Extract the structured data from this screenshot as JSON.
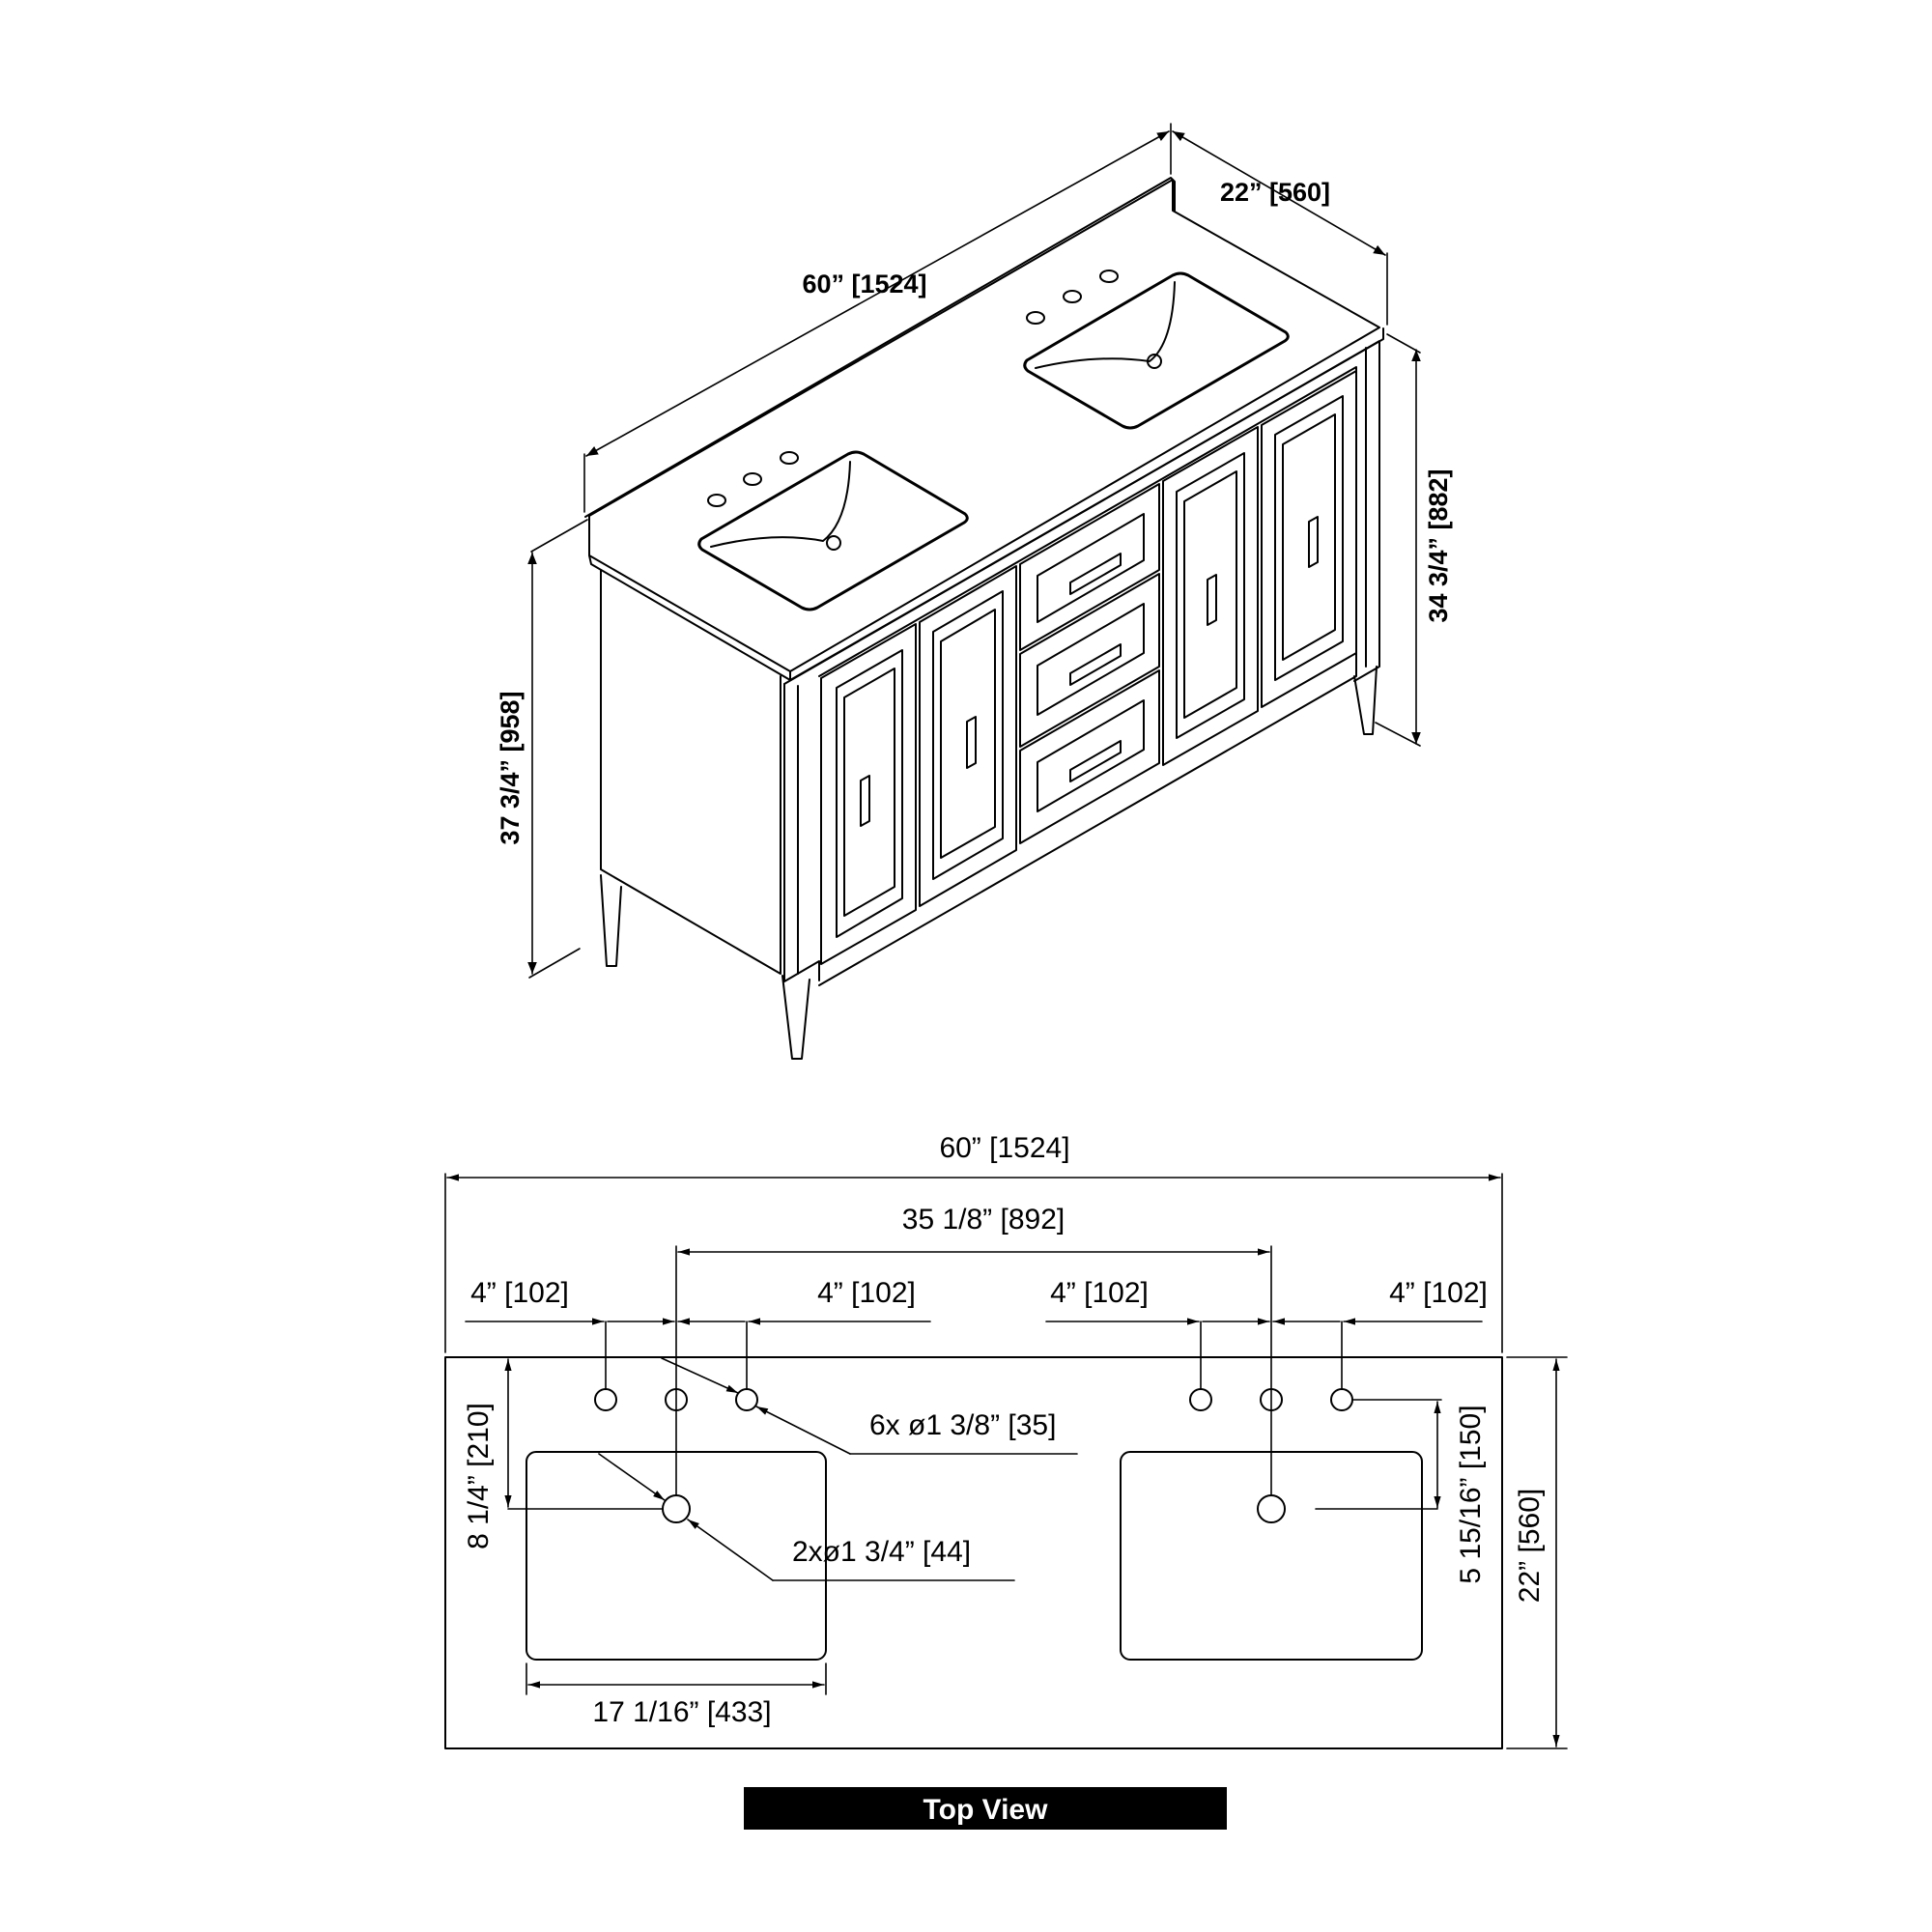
{
  "isometric": {
    "width_label": "60” [1524]",
    "depth_label": "22” [560]",
    "total_height_label": "37 3/4” [958]",
    "cabinet_height_label": "34 3/4” [882]"
  },
  "top_view": {
    "overall_width_label": "60” [1524]",
    "sink_center_spacing_label": "35 1/8” [892]",
    "faucet_spacing_labels": [
      "4” [102]",
      "4” [102]",
      "4” [102]",
      "4” [102]"
    ],
    "faucet_holes_label": "6x ø1 3/8” [35]",
    "drain_holes_label": "2xø1 3/4” [44]",
    "back_to_drain_label": "8 1/4” [210]",
    "back_to_sink_label": "5 15/16” [150]",
    "depth_label": "22” [560]",
    "sink_width_label": "17 1/16” [433]",
    "title": "Top View"
  }
}
